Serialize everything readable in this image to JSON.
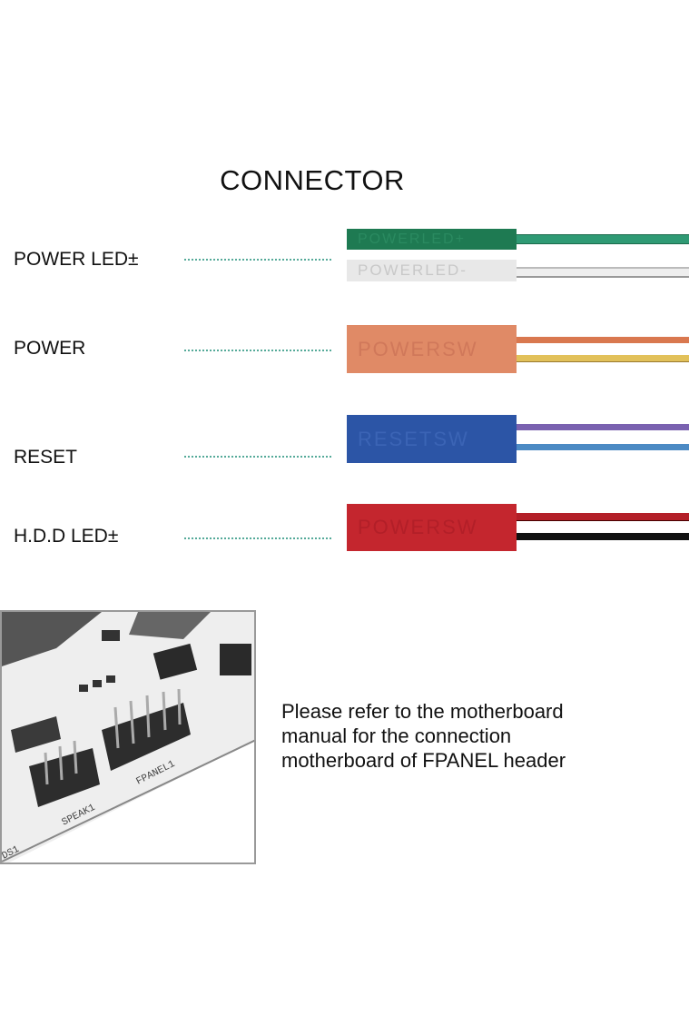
{
  "title": "CONNECTOR",
  "rows": [
    {
      "label": "POWER LED±",
      "connectors": [
        "POWERLED+",
        "POWERLED-"
      ]
    },
    {
      "label": "POWER",
      "connectors": [
        "POWERSW"
      ]
    },
    {
      "label": "RESET",
      "connectors": [
        "RESETSW"
      ]
    },
    {
      "label": "H.D.D LED±",
      "connectors": [
        "POWERSW"
      ]
    }
  ],
  "photo": {
    "labels": [
      "SPEAK1",
      "FPANEL1",
      "DS1"
    ]
  },
  "note": {
    "lines": [
      "Please refer to the motherboard",
      "manual for the connection",
      "motherboard of FPANEL header"
    ]
  },
  "colors": {
    "green": "#1e7a52",
    "white": "#e6e6e6",
    "orange": "#e08a66",
    "blue": "#2c55a6",
    "red": "#c4262e"
  }
}
